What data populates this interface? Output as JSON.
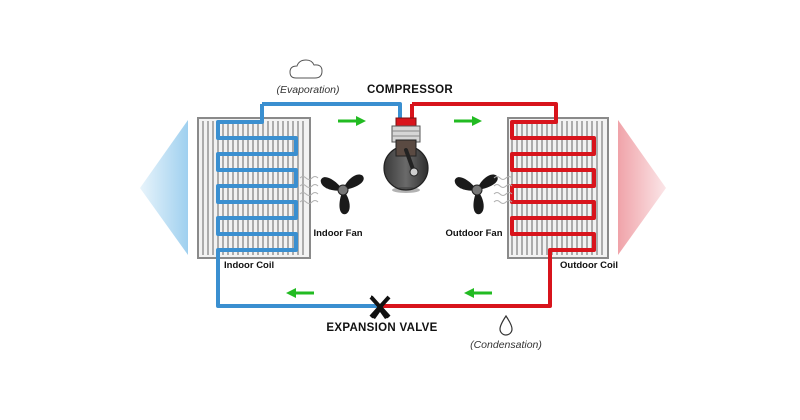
{
  "labels": {
    "compressor": "COMPRESSOR",
    "expansion_valve": "EXPANSION VALVE",
    "evaporation": "(Evaporation)",
    "condensation": "(Condensation)",
    "indoor_coil": "Indoor Coil",
    "outdoor_coil": "Outdoor Coil",
    "indoor_fan": "Indoor Fan",
    "outdoor_fan": "Outdoor Fan"
  },
  "colors": {
    "cold_line": "#3a8fd0",
    "hot_line": "#d8141c",
    "flow_arrow": "#22bb22",
    "coil_housing": "#888888",
    "cold_air": "#bfe0f4",
    "hot_air": "#f4b8bd",
    "fan": "#1a1a1a",
    "compressor_body": "#4a4a4a"
  },
  "icons": {
    "evaporation": "cloud-icon",
    "condensation": "droplet-icon",
    "valve": "x-valve-icon",
    "fan": "fan-icon",
    "flow": "arrow-icon"
  }
}
